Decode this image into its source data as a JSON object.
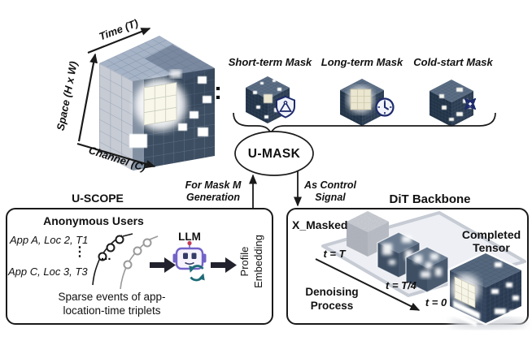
{
  "figure": {
    "tensor": {
      "axis_time": "Time (T)",
      "axis_space": "Space (H x W)",
      "axis_channel": "Channel (C)",
      "separator": ":"
    },
    "masks": {
      "items": [
        {
          "label": "Short-term Mask",
          "icon": "shield-triangle-icon"
        },
        {
          "label": "Long-term Mask",
          "icon": "clock-icon"
        },
        {
          "label": "Cold-start Mask",
          "icon": "expand-arrows-icon"
        }
      ]
    },
    "umask": {
      "label": "U-MASK",
      "to_umask_edge": {
        "line1": "For Mask M",
        "line2": "Generation"
      },
      "from_umask_edge": {
        "line1": "As Control",
        "line2": "Signal"
      }
    },
    "uscope": {
      "title": "U-SCOPE",
      "heading": "Anonymous Users",
      "event_first": "App A, Loc 2, T1",
      "events_ellipsis_vertical": "⋮",
      "event_last": "App C, Loc 3, T3",
      "trajectory_ellipsis": "...",
      "llm": "LLM",
      "output_line1": "Profile",
      "output_line2": "Embedding",
      "caption_line1": "Sparse events of app-",
      "caption_line2": "location-time triplets"
    },
    "dit": {
      "title": "DiT Backbone",
      "input_label": "X_Masked",
      "t_start": "t = T",
      "t_mid": "t = T/4",
      "t_end": "t = 0",
      "process_line1": "Denoising",
      "process_line2": "Process",
      "output_line1": "Completed",
      "output_line2": "Tensor"
    },
    "colors": {
      "tensor_dark": "#3d4e62",
      "tensor_top": "#a6b3c6",
      "tensor_left": "#c6cbd4",
      "highlight_cream": "#f6f5e8",
      "icon_navy": "#1d2a6b",
      "robot_purple": "#7263c8",
      "robot_teal": "#1e6b77",
      "arrow_black": "#1a1a1a"
    }
  }
}
